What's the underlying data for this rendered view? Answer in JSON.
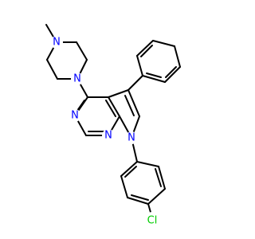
{
  "colors": {
    "bond": "#000000",
    "nitrogen": "#0000ff",
    "chlorine": "#00cc00",
    "carbon": "#000000",
    "background": "#ffffff"
  },
  "atom_labels": {
    "n_methyl_piperazine": "N",
    "n_piperazine_aryl": "N",
    "n_pyrimidine_3": "N",
    "n_pyrimidine_1": "N",
    "n_pyrrole_7": "N",
    "cl": "Cl"
  }
}
